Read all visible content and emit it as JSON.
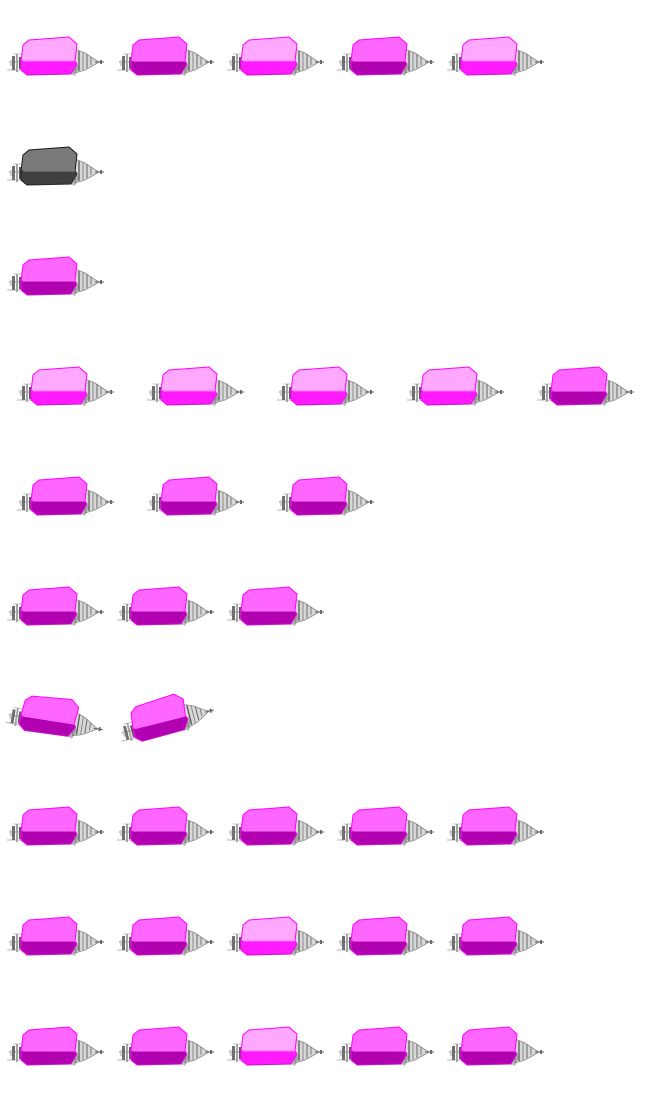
{
  "sprite_sheet": {
    "background": "#ffffff",
    "sprite_name": "pink-spaceship",
    "palettes": {
      "light": {
        "top": "#ffa8ff",
        "bottom": "#ff1aff",
        "edge": "#ff00ff"
      },
      "medium": {
        "top": "#ff66ff",
        "bottom": "#b000b0",
        "edge": "#ff00ff"
      },
      "gray": {
        "top": "#7a7a7a",
        "bottom": "#404040",
        "edge": "#1a1a1a"
      }
    },
    "rows": [
      {
        "name": "row-1",
        "frames": [
          {
            "palette": "light",
            "tilt": "level"
          },
          {
            "palette": "medium",
            "tilt": "level"
          },
          {
            "palette": "light",
            "tilt": "level"
          },
          {
            "palette": "medium",
            "tilt": "level"
          },
          {
            "palette": "light",
            "tilt": "level"
          }
        ]
      },
      {
        "name": "row-2",
        "frames": [
          {
            "palette": "gray",
            "tilt": "level"
          }
        ]
      },
      {
        "name": "row-3",
        "frames": [
          {
            "palette": "medium",
            "tilt": "level"
          }
        ]
      },
      {
        "name": "row-4",
        "frames": [
          {
            "palette": "light",
            "tilt": "level"
          },
          {
            "palette": "light",
            "tilt": "level"
          },
          {
            "palette": "light",
            "tilt": "level"
          },
          {
            "palette": "light",
            "tilt": "level"
          },
          {
            "palette": "medium",
            "tilt": "level"
          }
        ]
      },
      {
        "name": "row-5",
        "frames": [
          {
            "palette": "medium",
            "tilt": "level"
          },
          {
            "palette": "medium",
            "tilt": "level"
          },
          {
            "palette": "medium",
            "tilt": "level"
          }
        ]
      },
      {
        "name": "row-6",
        "frames": [
          {
            "palette": "medium",
            "tilt": "level"
          },
          {
            "palette": "medium",
            "tilt": "level"
          },
          {
            "palette": "medium",
            "tilt": "level"
          }
        ]
      },
      {
        "name": "row-7",
        "frames": [
          {
            "palette": "medium",
            "tilt": "nose-down"
          },
          {
            "palette": "medium",
            "tilt": "nose-up"
          }
        ]
      },
      {
        "name": "row-8",
        "frames": [
          {
            "palette": "medium",
            "tilt": "level"
          },
          {
            "palette": "medium",
            "tilt": "level"
          },
          {
            "palette": "medium",
            "tilt": "level"
          },
          {
            "palette": "medium",
            "tilt": "level"
          },
          {
            "palette": "medium",
            "tilt": "level"
          }
        ]
      },
      {
        "name": "row-9",
        "frames": [
          {
            "palette": "medium",
            "tilt": "level"
          },
          {
            "palette": "medium",
            "tilt": "level"
          },
          {
            "palette": "light",
            "tilt": "level"
          },
          {
            "palette": "medium",
            "tilt": "level"
          },
          {
            "palette": "medium",
            "tilt": "level"
          }
        ]
      },
      {
        "name": "row-10",
        "frames": [
          {
            "palette": "medium",
            "tilt": "level"
          },
          {
            "palette": "medium",
            "tilt": "level"
          },
          {
            "palette": "light",
            "tilt": "level"
          },
          {
            "palette": "medium",
            "tilt": "level"
          },
          {
            "palette": "medium",
            "tilt": "level"
          }
        ]
      }
    ]
  }
}
